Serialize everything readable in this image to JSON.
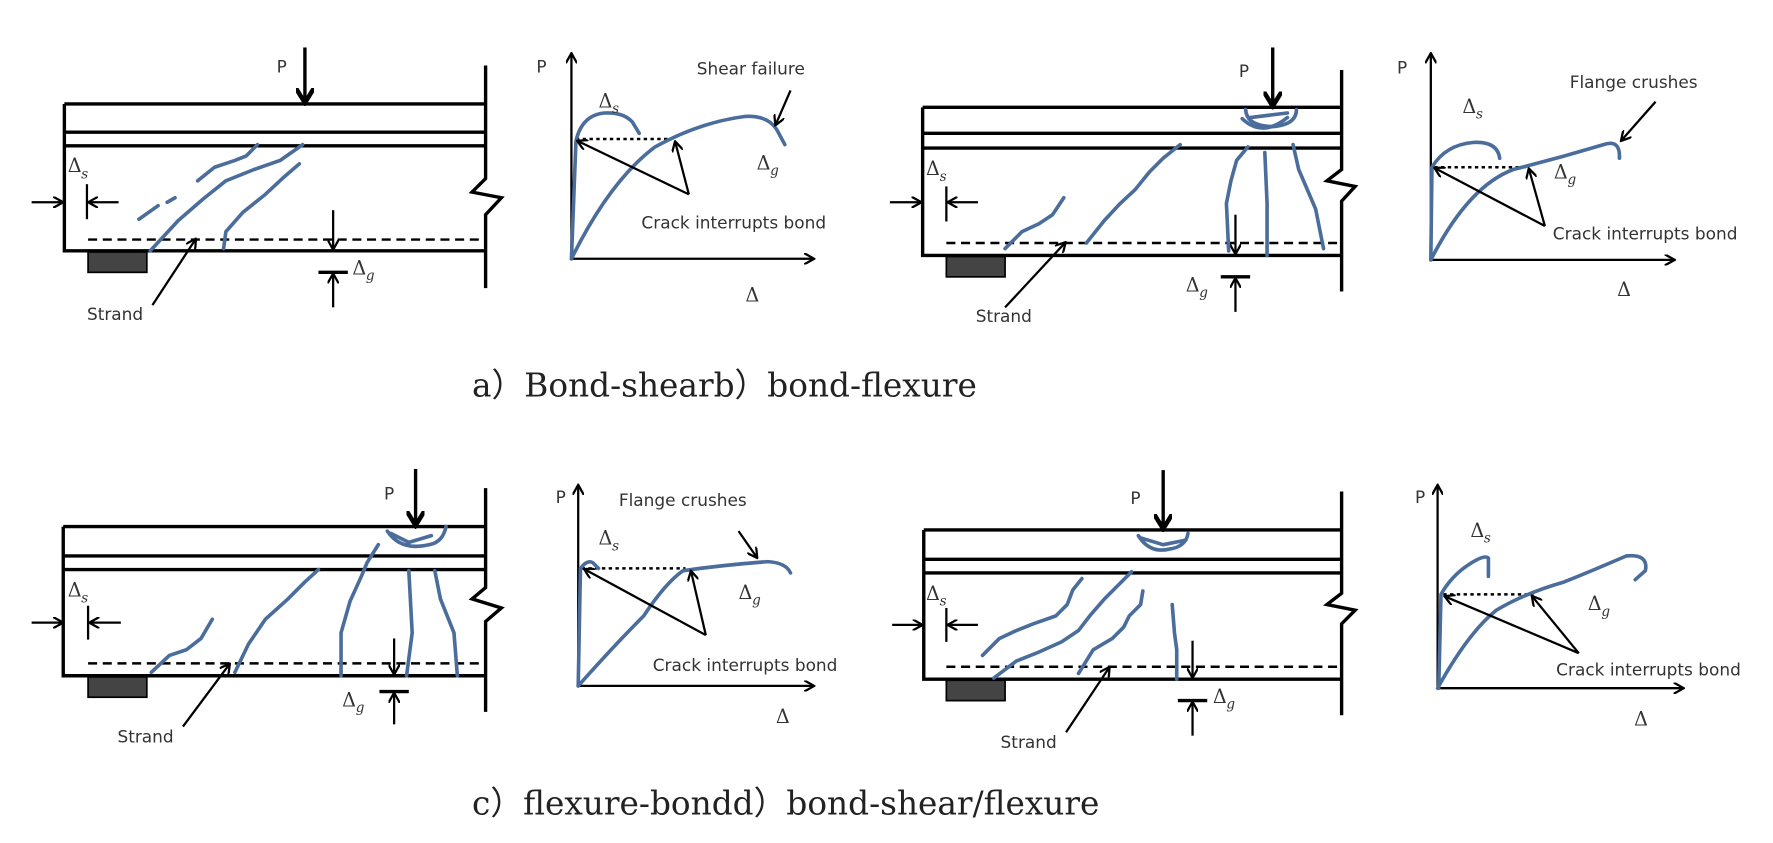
{
  "figure": {
    "captions": {
      "top": "a）Bond-shearb）bond-flexure",
      "bottom": "c）flexure-bondd）bond-shear/flexure"
    },
    "common_labels": {
      "load": "P",
      "delta": "Δ",
      "slip_sub": "s",
      "deflection_sub": "g",
      "strand": "Strand",
      "crack_interrupts": "Crack interrupts bond"
    },
    "panels": [
      {
        "id": "a",
        "mode": "Bond-shear",
        "failure_label": "Shear failure"
      },
      {
        "id": "b",
        "mode": "bond-flexure",
        "failure_label": "Flange crushes"
      },
      {
        "id": "c",
        "mode": "flexure-bond",
        "failure_label": "Flange crushes"
      },
      {
        "id": "d",
        "mode": "bond-shear/flexure",
        "failure_label": ""
      }
    ],
    "colors": {
      "crack": "#4a6d9b",
      "line": "#000000",
      "bearing": "#444444"
    }
  }
}
